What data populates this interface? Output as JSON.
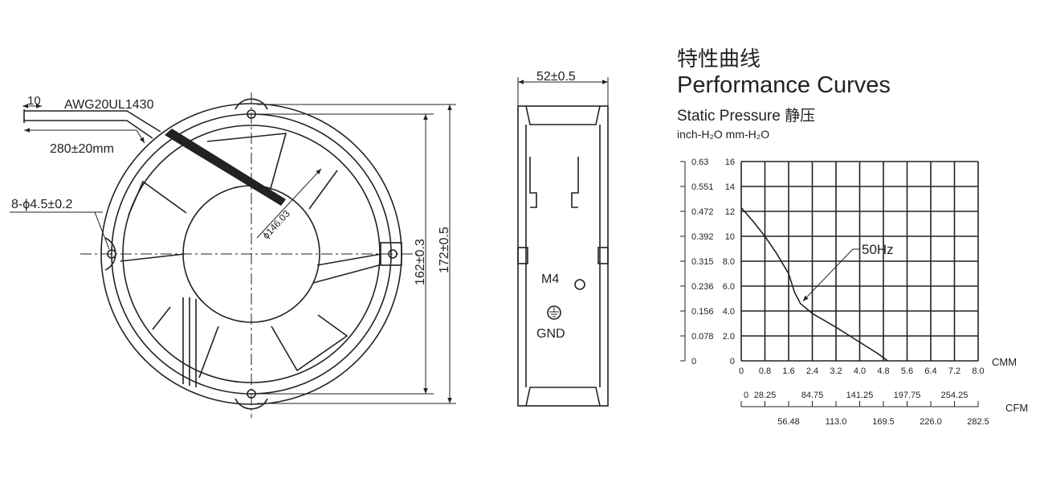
{
  "front_view": {
    "lead_strip": "10",
    "wire_spec": "AWG20UL1430",
    "lead_length": "280±20mm",
    "mount_holes": "8-ϕ4.5±0.2",
    "blade_diameter": "ϕ146.03",
    "hole_spacing": "162±0.3",
    "outer_size": "172±0.5"
  },
  "side_view": {
    "depth": "52±0.5",
    "screw": "M4",
    "ground": "GND"
  },
  "title_cn": "特性曲线",
  "title_en": "Performance Curves",
  "subtitle": "Static Pressure 静压",
  "units": "inch-H₂O mm-H₂O",
  "chart_data": {
    "type": "line",
    "title": "Static Pressure 静压",
    "xlabel": "CMM",
    "x2label": "CFM",
    "ylabel": "mm-H₂O",
    "y2label": "inch-H₂O",
    "xlim": [
      0,
      8
    ],
    "ylim": [
      0,
      16
    ],
    "grid": true,
    "x_ticks": [
      "0",
      "0.8",
      "1.6",
      "2.4",
      "3.2",
      "4.0",
      "4.8",
      "5.6",
      "6.4",
      "7.2",
      "8.0"
    ],
    "y_ticks": [
      "0",
      "2.0",
      "4.0",
      "6.0",
      "8.0",
      "10",
      "12",
      "14",
      "16"
    ],
    "y_inch_ticks": [
      "0",
      "0.078",
      "0.156",
      "0.236",
      "0.315",
      "0.392",
      "0.472",
      "0.551",
      "0.63"
    ],
    "cfm_ticks_upper": [
      "0",
      "28.25",
      "84.75",
      "141.25",
      "197.75",
      "254.25"
    ],
    "cfm_ticks_lower": [
      "56.48",
      "113.0",
      "169.5",
      "226.0",
      "282.5"
    ],
    "series": [
      {
        "name": "50Hz",
        "x": [
          0,
          0.4,
          0.8,
          1.2,
          1.6,
          1.8,
          2.0,
          2.4,
          3.2,
          4.0,
          4.6,
          4.95
        ],
        "y": [
          12.3,
          11.2,
          10,
          8.6,
          7,
          5.5,
          4.6,
          3.8,
          2.7,
          1.5,
          0.6,
          0
        ]
      }
    ],
    "annotation": "50Hz"
  },
  "colors": {
    "ink": "#222222",
    "background": "#ffffff"
  }
}
